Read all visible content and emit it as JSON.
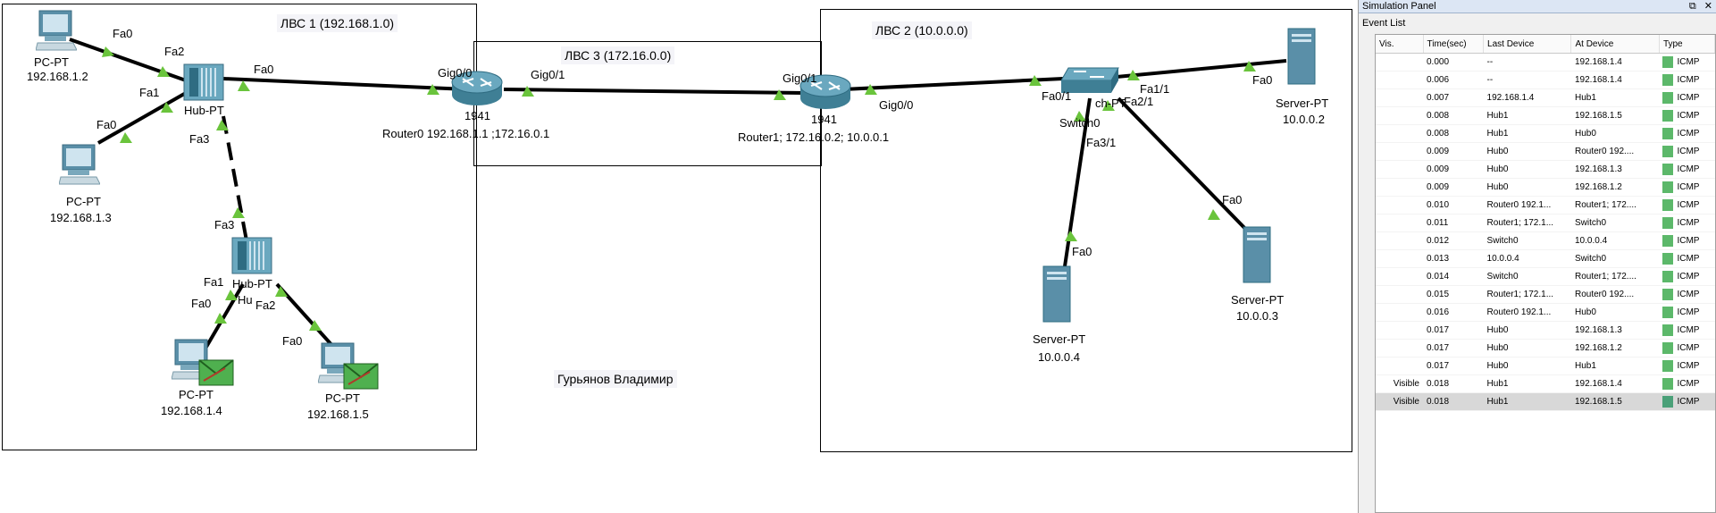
{
  "areas": {
    "lan1": "ЛВС 1 (192.168.1.0)",
    "lan2": "ЛВС 2 (10.0.0.0)",
    "lan3": "ЛВС 3 (172.16.0.0)"
  },
  "author": "Гурьянов Владимир",
  "devices": {
    "pc1": {
      "type": "PC-PT",
      "ip": "192.168.1.2"
    },
    "pc2": {
      "type": "PC-PT",
      "ip": "192.168.1.3"
    },
    "pc3": {
      "type": "PC-PT",
      "ip": "192.168.1.4"
    },
    "pc4": {
      "type": "PC-PT",
      "ip": "192.168.1.5"
    },
    "hub0": {
      "type": "Hub-PT",
      "short": "Hub-PT"
    },
    "hub1": {
      "type": "Hub-PT",
      "short": "Hu"
    },
    "router0": {
      "model": "1941",
      "label": "Router0 192.168.1.1 ;172.16.0.1"
    },
    "router1": {
      "model": "1941",
      "label": "Router1; 172.16.0.2; 10.0.0.1"
    },
    "switch0": {
      "label": "Switch0",
      "type_partial": "ch-PT"
    },
    "srv2": {
      "type": "Server-PT",
      "ip": "10.0.0.2"
    },
    "srv3": {
      "type": "Server-PT",
      "ip": "10.0.0.3"
    },
    "srv4": {
      "type": "Server-PT",
      "ip": "10.0.0.4"
    }
  },
  "ports": {
    "pc1_fa0": "Fa0",
    "hub0_fa2": "Fa2",
    "hub0_fa1": "Fa1",
    "pc2_fa0": "Fa0",
    "hub0_fa0": "Fa0",
    "hub0_fa3": "Fa3",
    "hub1_fa3": "Fa3",
    "hub1_fa1": "Fa1",
    "pc3_fa0": "Fa0",
    "hub1_fa2": "Fa2",
    "pc4_fa0": "Fa0",
    "r0_gig00": "Gig0/0",
    "r0_gig01": "Gig0/1",
    "r1_gig01": "Gig0/1",
    "r1_gig00": "Gig0/0",
    "sw_fa01": "Fa0/1",
    "sw_fa11": "Fa1/1",
    "sw_fa21": "Fa2/1",
    "sw_fa31": "Fa3/1",
    "srv2_fa0": "Fa0",
    "srv3_fa0": "Fa0",
    "srv4_fa0": "Fa0"
  },
  "panel": {
    "title": "Simulation Panel",
    "event_list_label": "Event List",
    "columns": [
      "Vis.",
      "Time(sec)",
      "Last Device",
      "At Device",
      "Type"
    ],
    "events": [
      {
        "vis": "",
        "time": "0.000",
        "last": "--",
        "at": "192.168.1.4",
        "type": "ICMP"
      },
      {
        "vis": "",
        "time": "0.006",
        "last": "--",
        "at": "192.168.1.4",
        "type": "ICMP"
      },
      {
        "vis": "",
        "time": "0.007",
        "last": "192.168.1.4",
        "at": "Hub1",
        "type": "ICMP"
      },
      {
        "vis": "",
        "time": "0.008",
        "last": "Hub1",
        "at": "192.168.1.5",
        "type": "ICMP"
      },
      {
        "vis": "",
        "time": "0.008",
        "last": "Hub1",
        "at": "Hub0",
        "type": "ICMP"
      },
      {
        "vis": "",
        "time": "0.009",
        "last": "Hub0",
        "at": "Router0 192....",
        "type": "ICMP"
      },
      {
        "vis": "",
        "time": "0.009",
        "last": "Hub0",
        "at": "192.168.1.3",
        "type": "ICMP"
      },
      {
        "vis": "",
        "time": "0.009",
        "last": "Hub0",
        "at": "192.168.1.2",
        "type": "ICMP"
      },
      {
        "vis": "",
        "time": "0.010",
        "last": "Router0 192.1...",
        "at": "Router1; 172....",
        "type": "ICMP"
      },
      {
        "vis": "",
        "time": "0.011",
        "last": "Router1; 172.1...",
        "at": "Switch0",
        "type": "ICMP"
      },
      {
        "vis": "",
        "time": "0.012",
        "last": "Switch0",
        "at": "10.0.0.4",
        "type": "ICMP"
      },
      {
        "vis": "",
        "time": "0.013",
        "last": "10.0.0.4",
        "at": "Switch0",
        "type": "ICMP"
      },
      {
        "vis": "",
        "time": "0.014",
        "last": "Switch0",
        "at": "Router1; 172....",
        "type": "ICMP"
      },
      {
        "vis": "",
        "time": "0.015",
        "last": "Router1; 172.1...",
        "at": "Router0 192....",
        "type": "ICMP"
      },
      {
        "vis": "",
        "time": "0.016",
        "last": "Router0 192.1...",
        "at": "Hub0",
        "type": "ICMP"
      },
      {
        "vis": "",
        "time": "0.017",
        "last": "Hub0",
        "at": "192.168.1.3",
        "type": "ICMP"
      },
      {
        "vis": "",
        "time": "0.017",
        "last": "Hub0",
        "at": "192.168.1.2",
        "type": "ICMP"
      },
      {
        "vis": "",
        "time": "0.017",
        "last": "Hub0",
        "at": "Hub1",
        "type": "ICMP"
      },
      {
        "vis": "Visible",
        "time": "0.018",
        "last": "Hub1",
        "at": "192.168.1.4",
        "type": "ICMP"
      },
      {
        "vis": "Visible",
        "time": "0.018",
        "last": "Hub1",
        "at": "192.168.1.5",
        "type": "ICMP"
      }
    ]
  },
  "colors": {
    "link": "#000000",
    "port_up": "#6ac43c",
    "device": "#4a90a8",
    "type_marker": "#5cb86a"
  }
}
